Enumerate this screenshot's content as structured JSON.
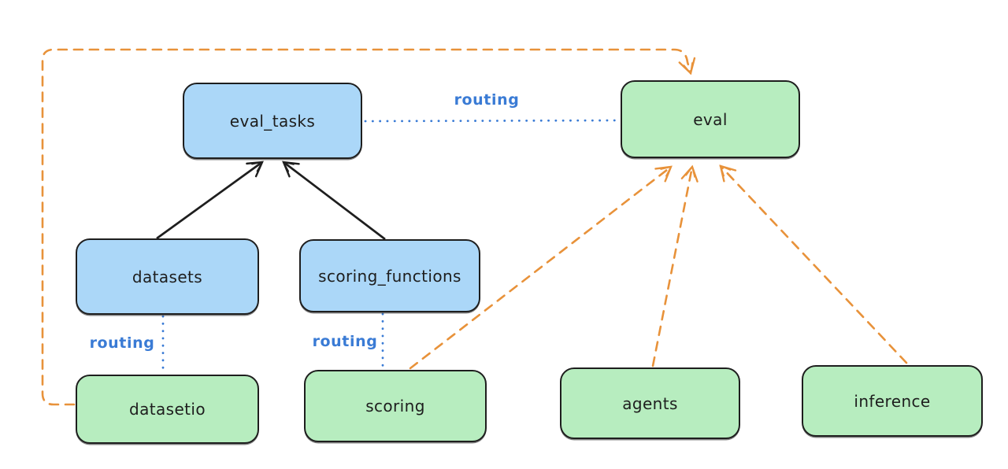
{
  "colors": {
    "background": "#ffffff",
    "blue_node_fill": "#abd7f8",
    "green_node_fill": "#b7edbf",
    "node_border": "#1e1e1e",
    "solid_edge": "#1e1e1e",
    "routing_edge_blue": "#3a7bd5",
    "dashed_edge_orange": "#e8923a"
  },
  "nodes": {
    "eval_tasks": {
      "label": "eval_tasks",
      "color_role": "blue"
    },
    "eval": {
      "label": "eval",
      "color_role": "green"
    },
    "datasets": {
      "label": "datasets",
      "color_role": "blue"
    },
    "scoring_functions": {
      "label": "scoring_functions",
      "color_role": "blue"
    },
    "datasetio": {
      "label": "datasetio",
      "color_role": "green"
    },
    "scoring": {
      "label": "scoring",
      "color_role": "green"
    },
    "agents": {
      "label": "agents",
      "color_role": "green"
    },
    "inference": {
      "label": "inference",
      "color_role": "green"
    }
  },
  "edges": [
    {
      "from": "datasets",
      "to": "eval_tasks",
      "style": "solid-arrow",
      "color": "#1e1e1e"
    },
    {
      "from": "scoring_functions",
      "to": "eval_tasks",
      "style": "solid-arrow",
      "color": "#1e1e1e"
    },
    {
      "from": "eval_tasks",
      "to": "eval",
      "style": "dotted",
      "color": "#3a7bd5",
      "label": "routing"
    },
    {
      "from": "datasets",
      "to": "datasetio",
      "style": "dotted",
      "color": "#3a7bd5",
      "label": "routing"
    },
    {
      "from": "scoring_functions",
      "to": "scoring",
      "style": "dotted",
      "color": "#3a7bd5",
      "label": "routing"
    },
    {
      "from": "datasetio",
      "to": "eval",
      "style": "dashed-arrow",
      "color": "#e8923a"
    },
    {
      "from": "scoring",
      "to": "eval",
      "style": "dashed-arrow",
      "color": "#e8923a"
    },
    {
      "from": "agents",
      "to": "eval",
      "style": "dashed-arrow",
      "color": "#e8923a"
    },
    {
      "from": "inference",
      "to": "eval",
      "style": "dashed-arrow",
      "color": "#e8923a"
    }
  ]
}
